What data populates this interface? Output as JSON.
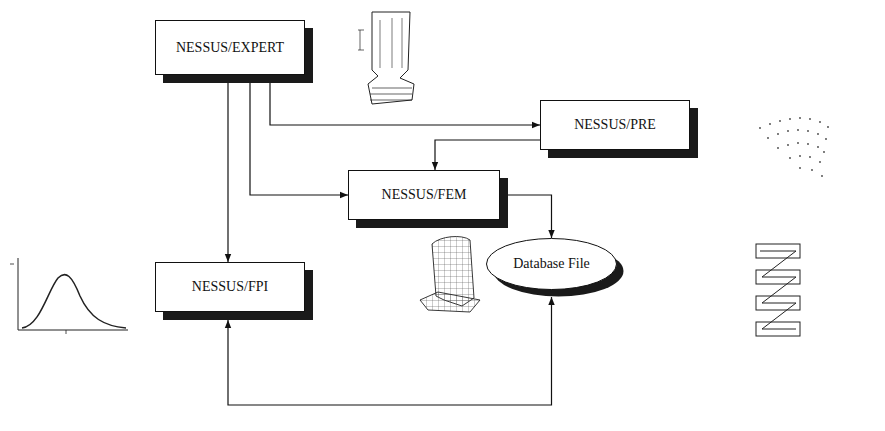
{
  "diagram": {
    "nodes": [
      {
        "text": [
          "NESSUS/EXPERT"
        ]
      },
      {
        "text": [
          "NESSUS/PRE"
        ]
      },
      {
        "text": [
          "NESSUS/FEM"
        ]
      },
      {
        "text": [
          "NESSUS/FPI"
        ]
      },
      {
        "text": [
          "Database File"
        ]
      }
    ],
    "edges": [
      {
        "from": 0,
        "to": 1,
        "arrow": "to"
      },
      {
        "from": 0,
        "to": 2,
        "arrow": "to"
      },
      {
        "from": 0,
        "to": 3,
        "arrow": "to"
      },
      {
        "from": 1,
        "to": 2,
        "arrow": "to"
      },
      {
        "from": 2,
        "to": 4,
        "arrow": "both"
      },
      {
        "from": 3,
        "to": 4,
        "arrow": "both"
      }
    ]
  }
}
